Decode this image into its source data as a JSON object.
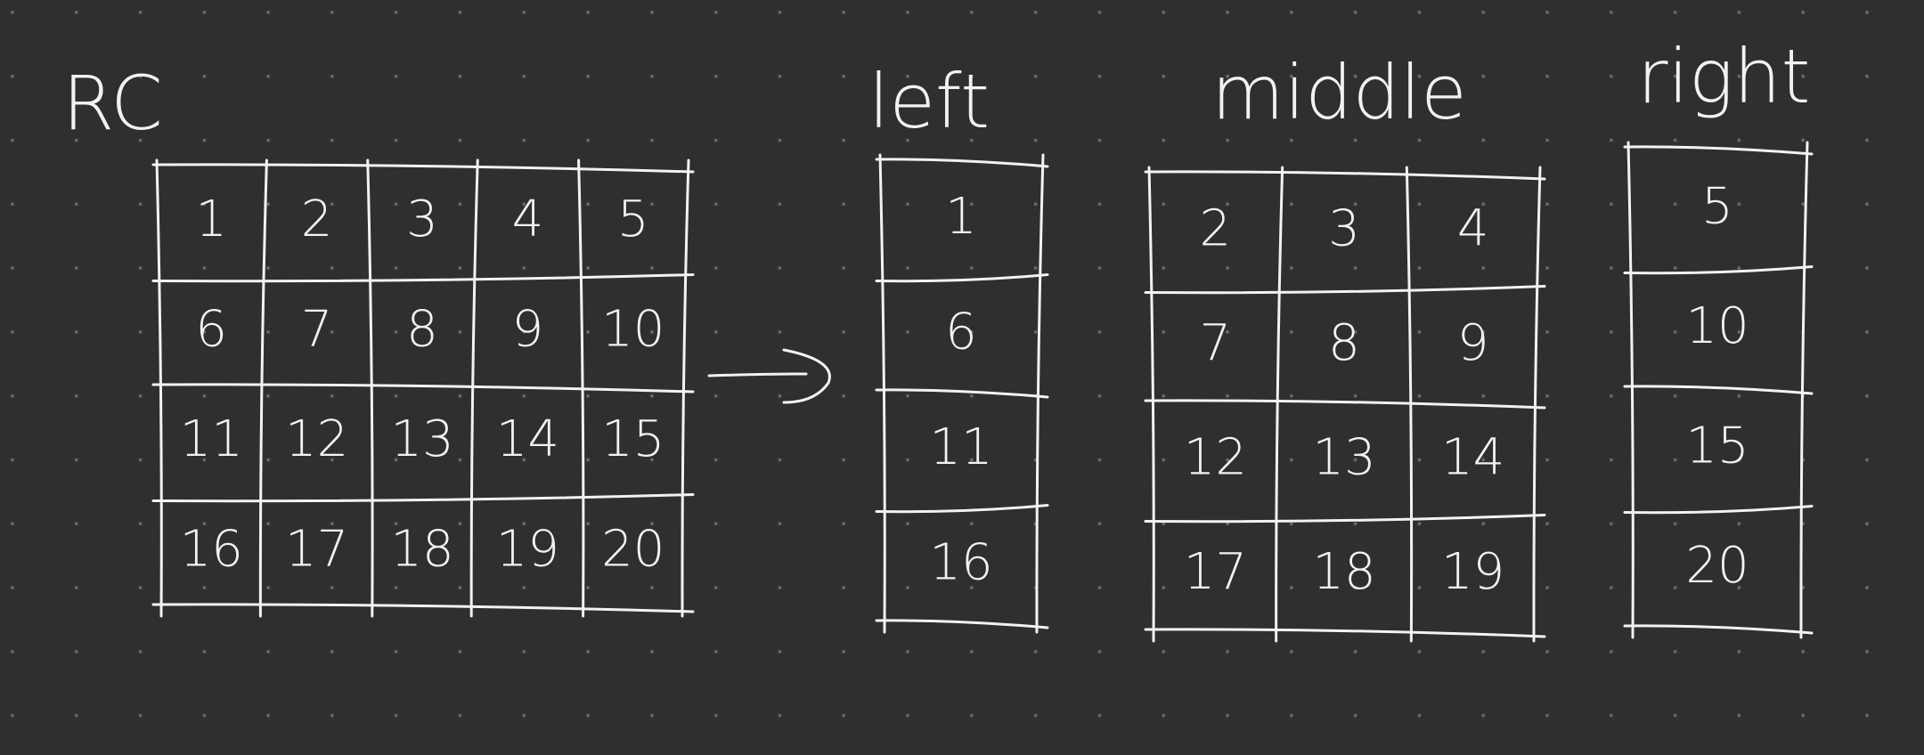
{
  "labels": {
    "source": "RC",
    "left": "left",
    "middle": "middle",
    "right": "right"
  },
  "source_grid": {
    "rows": [
      [
        "1",
        "2",
        "3",
        "4",
        "5"
      ],
      [
        "6",
        "7",
        "8",
        "9",
        "10"
      ],
      [
        "11",
        "12",
        "13",
        "14",
        "15"
      ],
      [
        "16",
        "17",
        "18",
        "19",
        "20"
      ]
    ]
  },
  "left_grid": {
    "rows": [
      [
        "1"
      ],
      [
        "6"
      ],
      [
        "11"
      ],
      [
        "16"
      ]
    ]
  },
  "middle_grid": {
    "rows": [
      [
        "2",
        "3",
        "4"
      ],
      [
        "7",
        "8",
        "9"
      ],
      [
        "12",
        "13",
        "14"
      ],
      [
        "17",
        "18",
        "19"
      ]
    ]
  },
  "right_grid": {
    "rows": [
      [
        "5"
      ],
      [
        "10"
      ],
      [
        "15"
      ],
      [
        "20"
      ]
    ]
  },
  "colors": {
    "background": "#2f2f2f",
    "ink": "#f2f2f2",
    "dots": "#6a6a6a"
  }
}
